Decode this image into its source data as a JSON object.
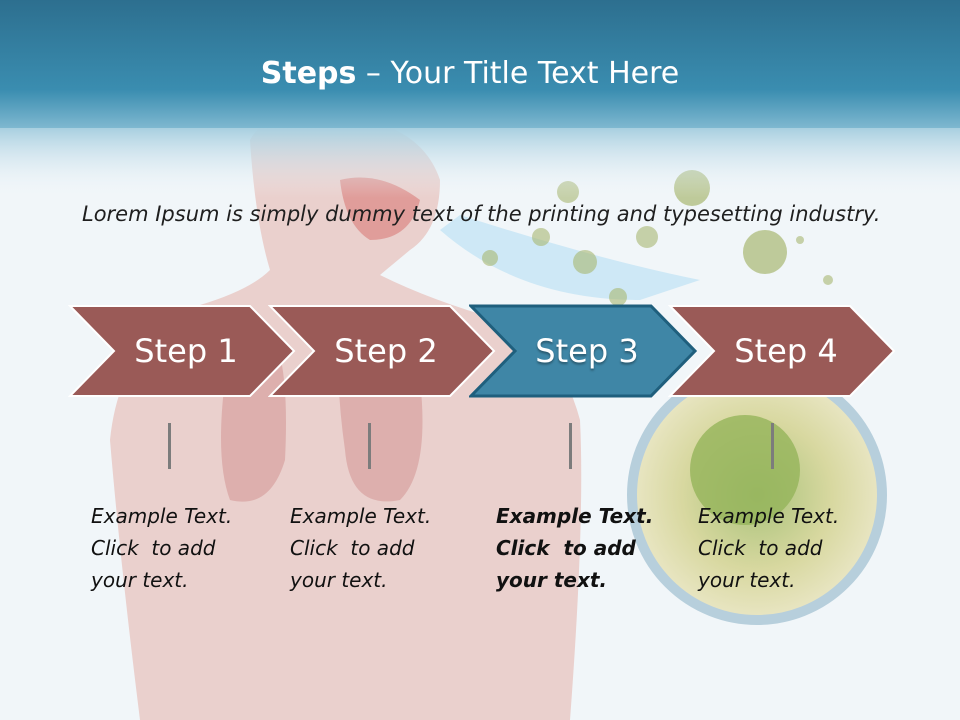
{
  "slide": {
    "title_bold": "Steps",
    "title_rest": " – Your Title Text Here",
    "intro": "Lorem Ipsum is simply dummy text of the printing and typesetting industry."
  },
  "steps": [
    {
      "label": "Step 1",
      "color": "#9a5a57",
      "active": false,
      "note": [
        "Example Text.",
        "Click  to add",
        "your text."
      ]
    },
    {
      "label": "Step 2",
      "color": "#9a5a57",
      "active": false,
      "note": [
        "Example Text.",
        "Click  to add",
        "your text."
      ]
    },
    {
      "label": "Step 3",
      "color": "#3f86a6",
      "active": true,
      "note": [
        "Example Text.",
        "Click  to add",
        "your text."
      ]
    },
    {
      "label": "Step 4",
      "color": "#9a5a57",
      "active": false,
      "note": [
        "Example Text.",
        "Click  to add",
        "your text."
      ]
    }
  ],
  "theme": {
    "header_color": "#2f7ea0",
    "inactive_step": "#9a5a57",
    "active_step": "#3f86a6"
  }
}
